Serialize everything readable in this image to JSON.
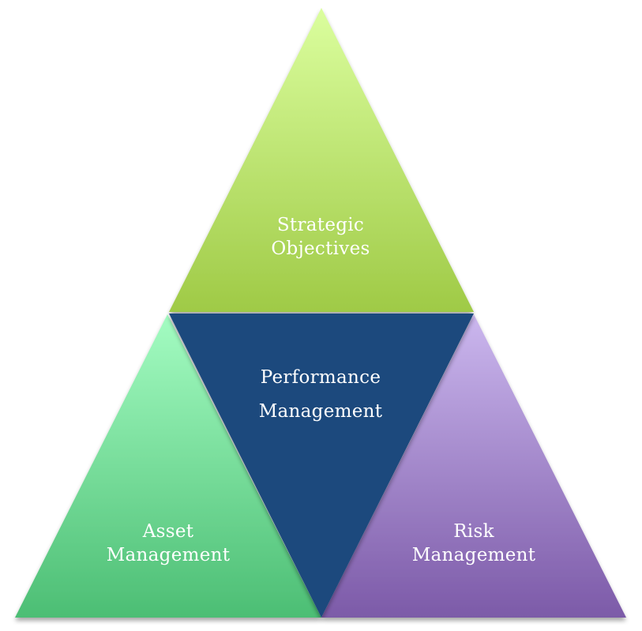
{
  "diagram": {
    "segments": [
      {
        "id": "strategic",
        "lines": [
          "Strategic",
          "Objectives"
        ],
        "color_top": "#dbfe9e",
        "color_bottom": "#9fca46"
      },
      {
        "id": "performance",
        "lines": [
          "Performance",
          "Management"
        ],
        "color": "#1f497d"
      },
      {
        "id": "asset",
        "lines": [
          "Asset",
          "Management"
        ],
        "color_top": "#a4fcc2",
        "color_bottom": "#4cbe74"
      },
      {
        "id": "risk",
        "lines": [
          "Risk",
          "Management"
        ],
        "color_top": "#cbb7ee",
        "color_bottom": "#7c5aa8"
      }
    ]
  }
}
